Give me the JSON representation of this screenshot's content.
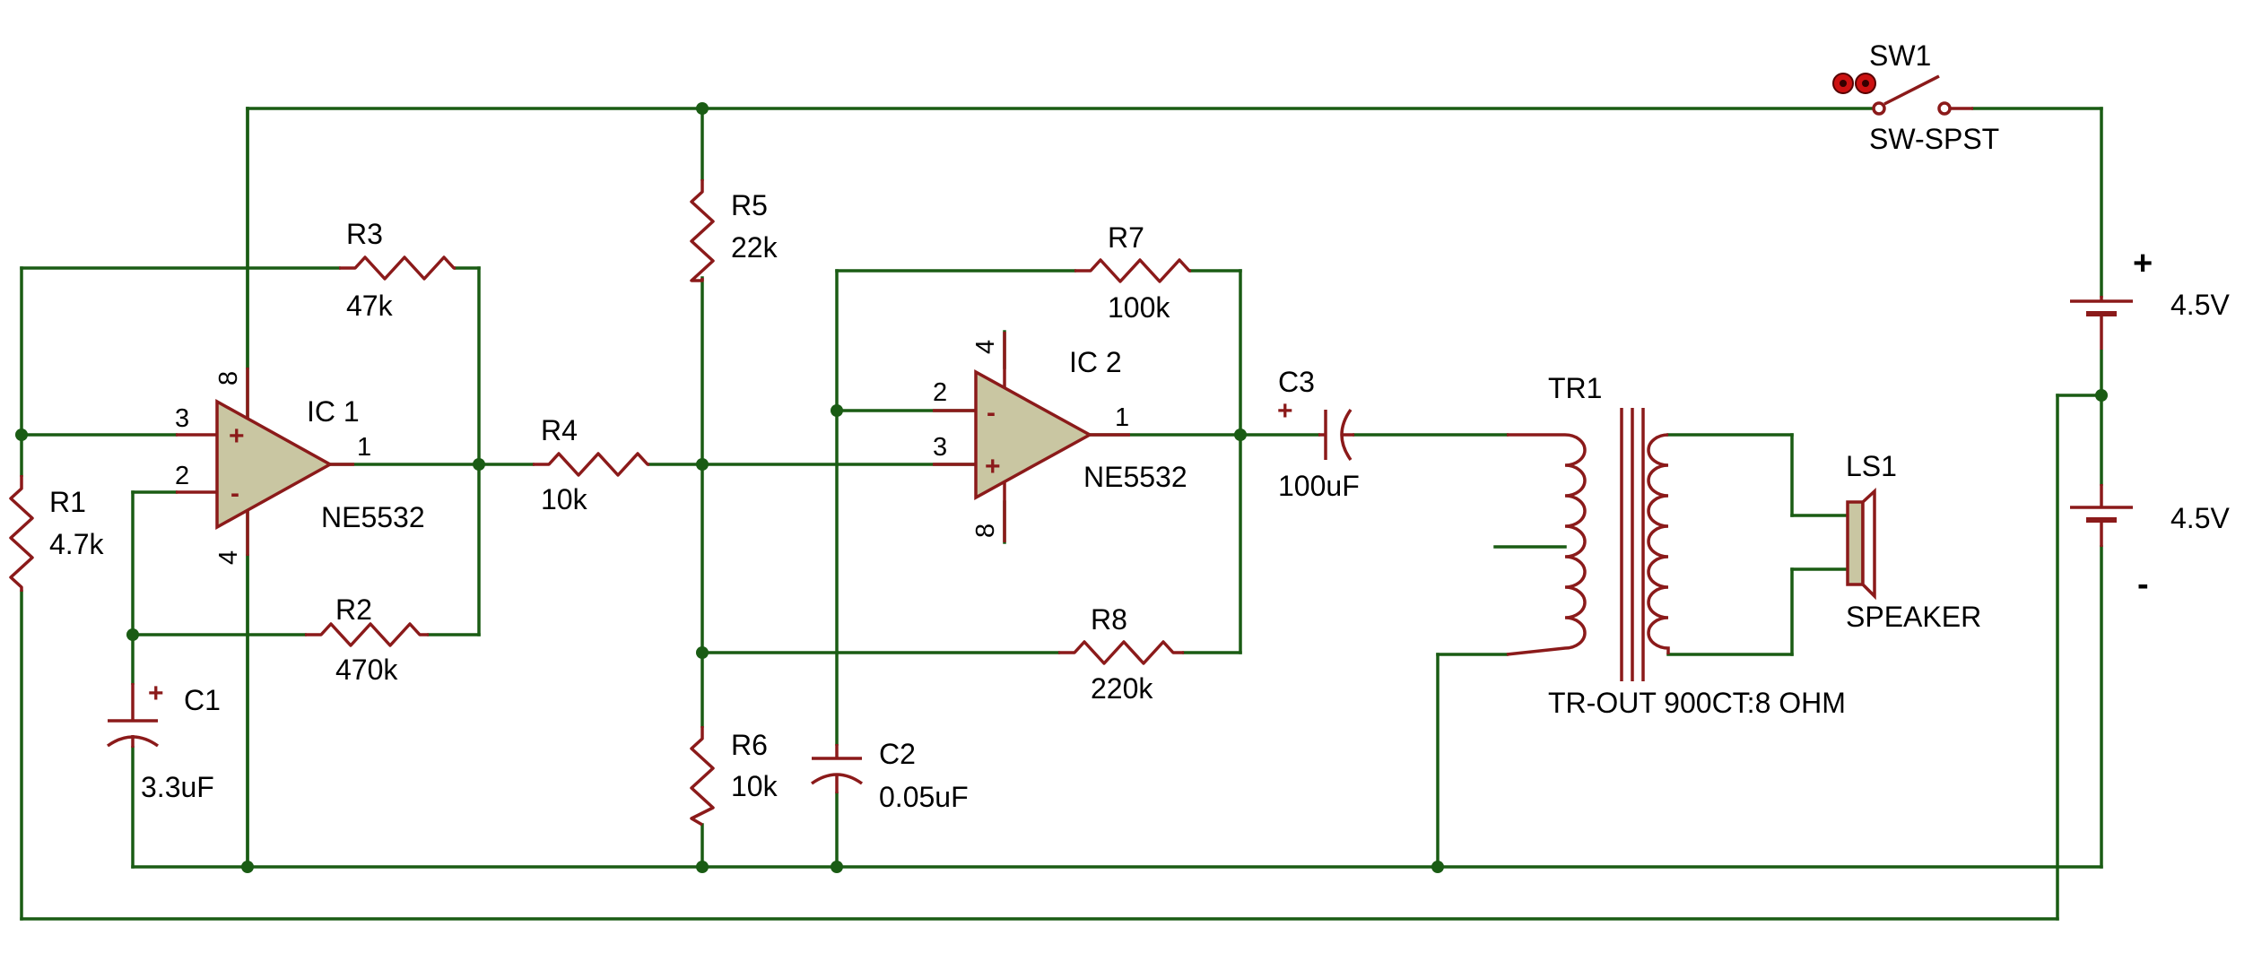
{
  "colors": {
    "wire": "#1a5c14",
    "component": "#8b1a1a",
    "opamp_fill": "#c9c6a2",
    "background": "#ffffff",
    "text": "#000000"
  },
  "components": {
    "r1": {
      "ref": "R1",
      "value": "4.7k"
    },
    "r2": {
      "ref": "R2",
      "value": "470k"
    },
    "r3": {
      "ref": "R3",
      "value": "47k"
    },
    "r4": {
      "ref": "R4",
      "value": "10k"
    },
    "r5": {
      "ref": "R5",
      "value": "22k"
    },
    "r6": {
      "ref": "R6",
      "value": "10k"
    },
    "r7": {
      "ref": "R7",
      "value": "100k"
    },
    "r8": {
      "ref": "R8",
      "value": "220k"
    },
    "c1": {
      "ref": "C1",
      "value": "3.3uF"
    },
    "c2": {
      "ref": "C2",
      "value": "0.05uF"
    },
    "c3": {
      "ref": "C3",
      "value": "100uF"
    },
    "ic1": {
      "ref": "IC 1",
      "value": "NE5532",
      "pins": {
        "vplus": "8",
        "vminus": "4",
        "in_plus": "3",
        "in_minus": "2",
        "out": "1"
      }
    },
    "ic2": {
      "ref": "IC 2",
      "value": "NE5532",
      "pins": {
        "vplus": "4",
        "vminus": "8",
        "in_plus": "3",
        "in_minus": "2",
        "out": "1"
      }
    },
    "tr1": {
      "ref": "TR1",
      "value": "TR-OUT 900CT:8 OHM"
    },
    "ls1": {
      "ref": "LS1",
      "value": "SPEAKER"
    },
    "sw1": {
      "ref": "SW1",
      "value": "SW-SPST"
    },
    "bat1": {
      "value": "4.5V"
    },
    "bat2": {
      "value": "4.5V"
    }
  },
  "symbols": {
    "plus": "+",
    "minus": "-"
  },
  "icons": {
    "switch_state": "red-dots-icon",
    "opamp": "triangle-opamp-icon",
    "speaker": "speaker-icon"
  }
}
